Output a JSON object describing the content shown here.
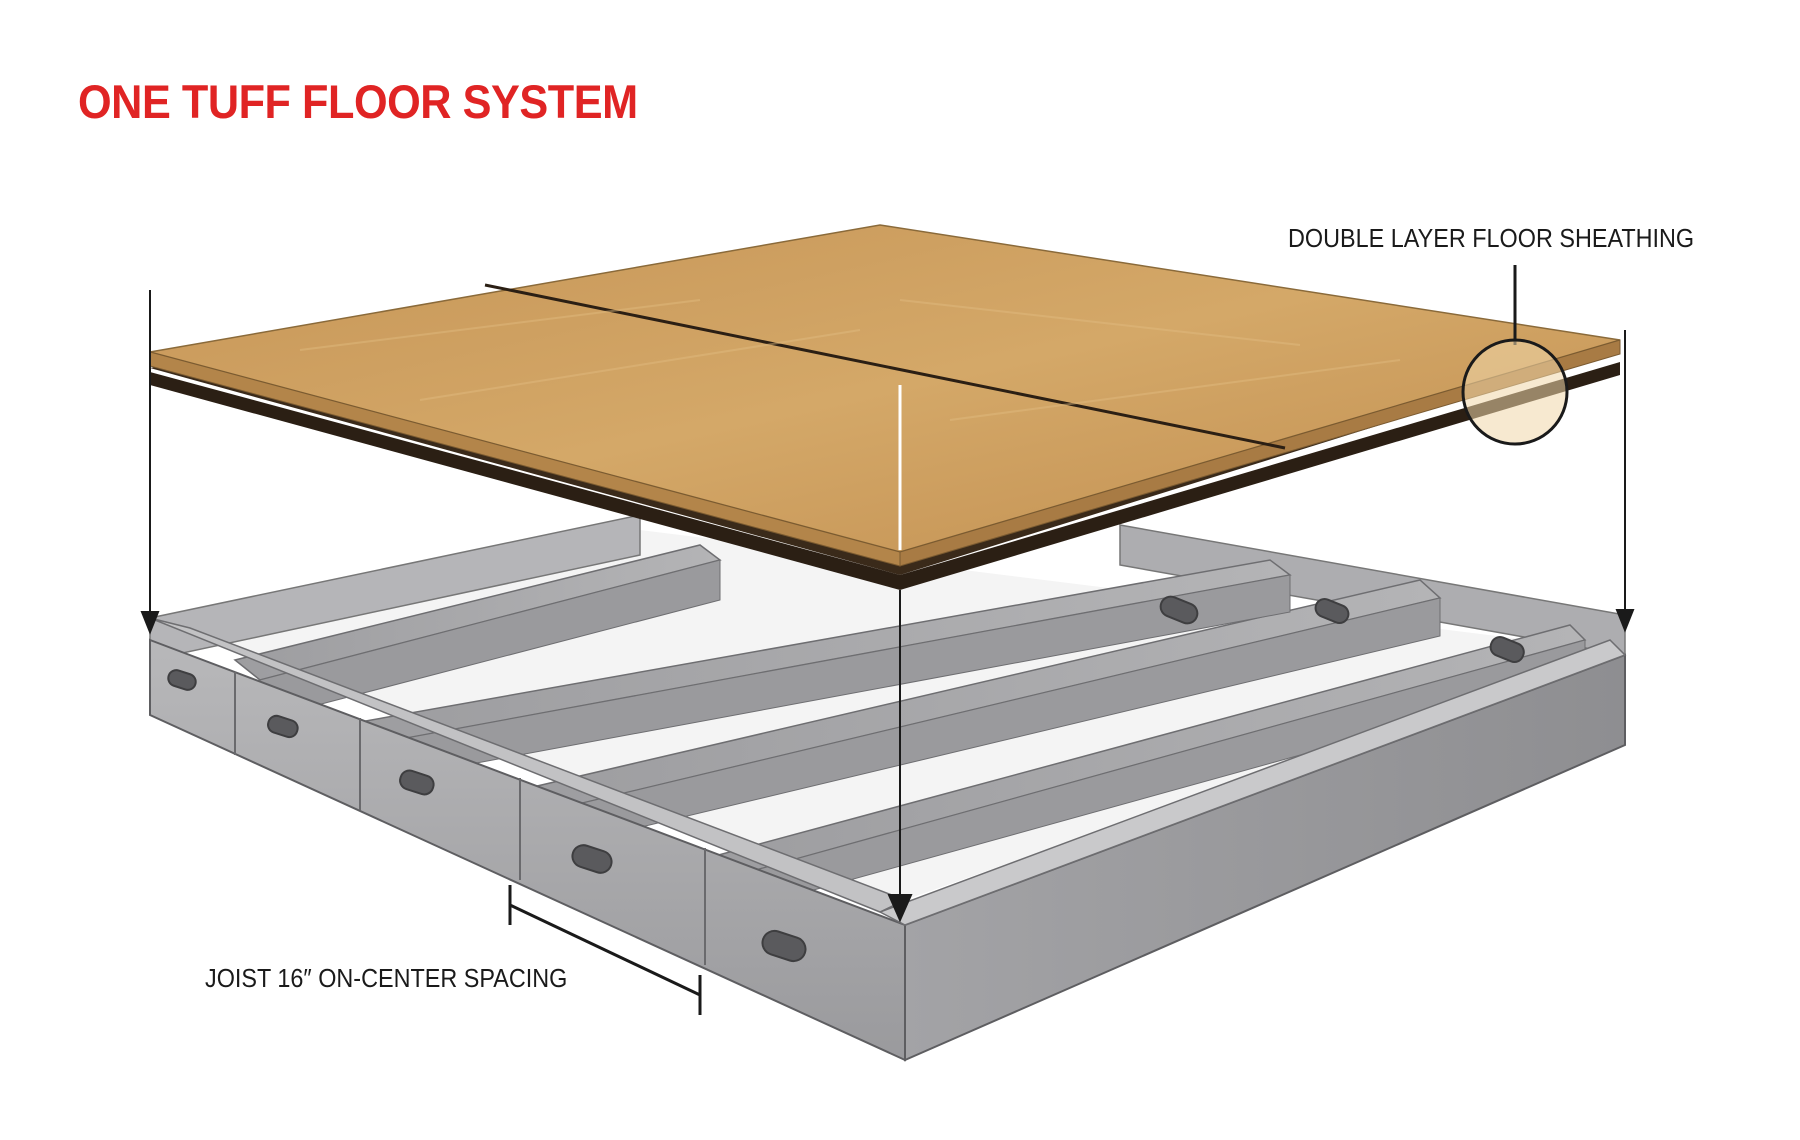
{
  "title": "ONE TUFF FLOOR SYSTEM",
  "labels": {
    "sheathing": "DOUBLE LAYER FLOOR SHEATHING",
    "joist": "JOIST 16″ ON-CENTER SPACING"
  },
  "colors": {
    "title": "#e02424",
    "sheathing": "#c99a5c",
    "sheathing_dark": "#3a2a1a",
    "steel": "#a9a9ab",
    "steel_dark": "#7d7d80",
    "lines": "#1a1a1a"
  }
}
